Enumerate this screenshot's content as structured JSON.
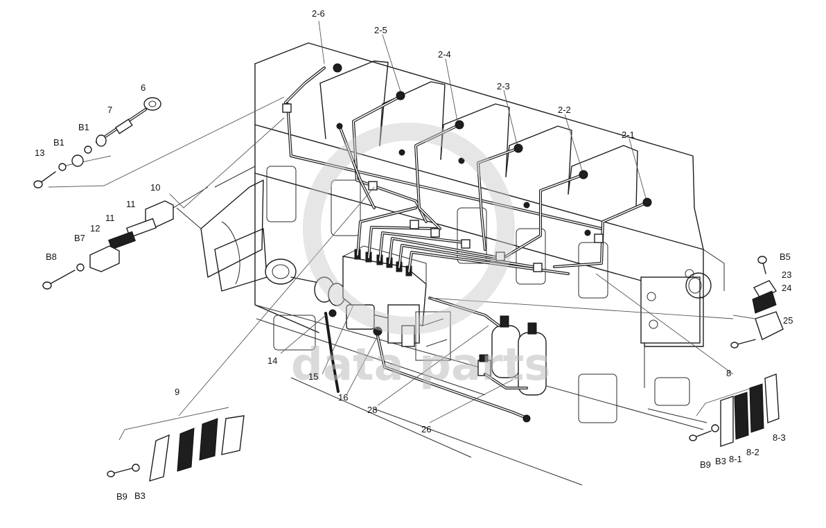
{
  "diagram": {
    "labels": {
      "l_2_6": "2-6",
      "l_2_5": "2-5",
      "l_2_4": "2-4",
      "l_2_3": "2-3",
      "l_2_2": "2-2",
      "l_2_1": "2-1",
      "l_6": "6",
      "l_7": "7",
      "l_b1a": "B1",
      "l_b1b": "B1",
      "l_13": "13",
      "l_10": "10",
      "l_11a": "11",
      "l_11b": "11",
      "l_12": "12",
      "l_b7": "B7",
      "l_b8": "B8",
      "l_9": "9",
      "l_b9a": "B9",
      "l_b3a": "B3",
      "l_14": "14",
      "l_15": "15",
      "l_16": "16",
      "l_28": "28",
      "l_26": "26",
      "l_8": "8",
      "l_b9b": "B9",
      "l_b3b": "B3",
      "l_8_1": "8-1",
      "l_8_2": "8-2",
      "l_8_3": "8-3",
      "l_b5": "B5",
      "l_23": "23",
      "l_24": "24",
      "l_25": "25"
    },
    "watermark": {
      "text": "data parts"
    },
    "icons": [
      "engine-block",
      "injection-pump",
      "fuel-filter",
      "injector-pipes",
      "clamp",
      "bracket",
      "bolt",
      "washer"
    ]
  }
}
